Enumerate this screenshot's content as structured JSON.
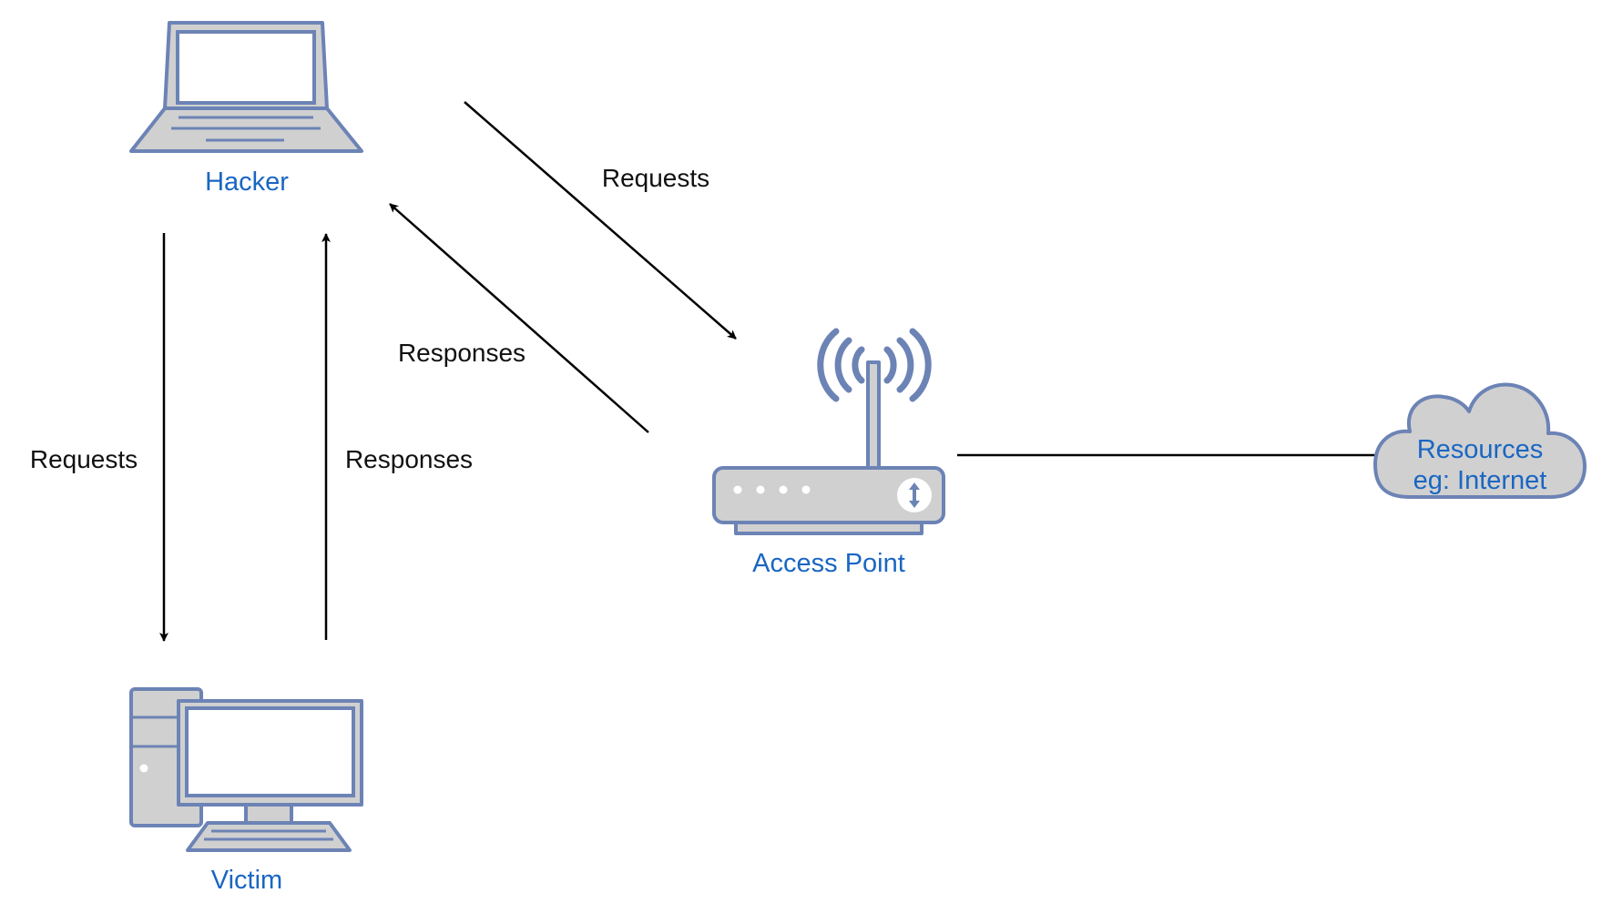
{
  "nodes": {
    "hacker": {
      "label": "Hacker",
      "icon": "laptop-icon"
    },
    "victim": {
      "label": "Victim",
      "icon": "desktop-computer-icon"
    },
    "access_point": {
      "label": "Access Point",
      "icon": "wireless-router-icon"
    },
    "resources": {
      "label_line1": "Resources",
      "label_line2": "eg: Internet",
      "icon": "cloud-icon"
    }
  },
  "edges": [
    {
      "from": "hacker",
      "to": "access_point",
      "label": "Requests"
    },
    {
      "from": "access_point",
      "to": "hacker",
      "label": "Responses"
    },
    {
      "from": "hacker",
      "to": "victim",
      "label": "Requests"
    },
    {
      "from": "victim",
      "to": "hacker",
      "label": "Responses"
    },
    {
      "from": "access_point",
      "to": "resources",
      "label": ""
    }
  ],
  "colors": {
    "icon_fill": "#d0d0d0",
    "icon_stroke": "#6c83b5",
    "node_label": "#1a66c2",
    "edge": "#000000"
  }
}
